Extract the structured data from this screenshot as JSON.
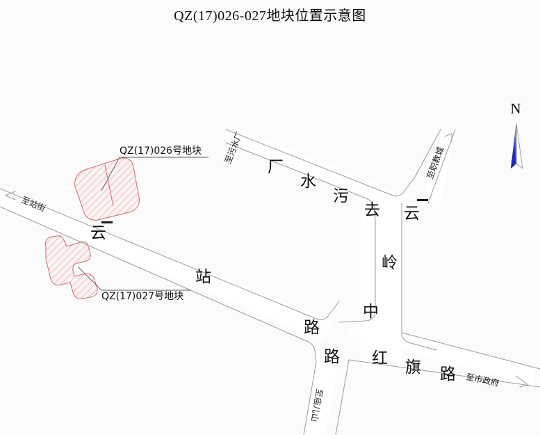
{
  "document": {
    "title": "QZ(17)026-027地块位置示意图",
    "background_color": "#fbfbfb",
    "type": "land-parcel-location-diagram"
  },
  "parcels": [
    {
      "id": "parcel-026",
      "label": "QZ(17)026号地块",
      "outline_color": "#d06a6a",
      "hatch_color": "#e8b7b7",
      "shape": "rounded-quadrilateral"
    },
    {
      "id": "parcel-027",
      "label": "QZ(17)027号地块",
      "outline_color": "#d06a6a",
      "hatch_color": "#e8b7b7",
      "shape": "irregular-notched-polygon"
    }
  ],
  "roads": [
    {
      "id": "road-yunzhan",
      "name": "云站路",
      "chars": [
        "云",
        "站",
        "路"
      ],
      "orientation": "diagonal-northwest-southeast"
    },
    {
      "id": "road-qu-wushuichang",
      "name": "去污水厂",
      "chars": [
        "厂",
        "水",
        "污",
        "去"
      ],
      "orientation": "diagonal-northwest-southeast"
    },
    {
      "id": "road-yunling-zhong",
      "name": "云岭中路",
      "chars": [
        "云",
        "岭",
        "中",
        "路"
      ],
      "orientation": "vertical"
    },
    {
      "id": "road-hongqi",
      "name": "红旗路",
      "chars": [
        "红",
        "旗",
        "路"
      ],
      "orientation": "diagonal-west-east"
    }
  ],
  "direction_labels": [
    {
      "id": "dir-zhanjie",
      "text": "至站街",
      "position": "west"
    },
    {
      "id": "dir-wushuichang",
      "text": "至污水厂",
      "position": "north-center"
    },
    {
      "id": "dir-zhijiaocheng",
      "text": "至职教城",
      "position": "north-east"
    },
    {
      "id": "dir-shizhengfu",
      "text": "至市政府",
      "position": "south-east"
    },
    {
      "id": "dir-miaoershan",
      "text": "至庙儿山",
      "position": "south-center"
    }
  ],
  "compass": {
    "letter": "N",
    "arrow_color": "#1a24c8",
    "arrow_color_light": "#cdd2f5"
  }
}
